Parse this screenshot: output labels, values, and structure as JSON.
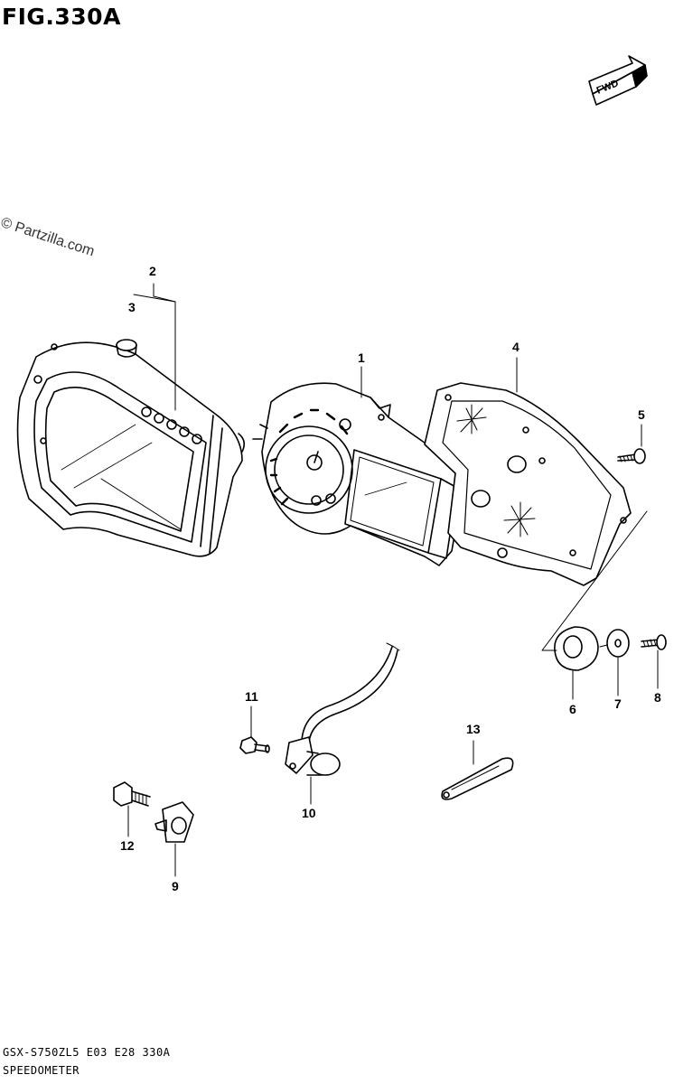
{
  "figure_title": "FIG.330A",
  "fwd_label": "FWD",
  "watermark": "© Partzilla.com",
  "callouts": [
    "1",
    "2",
    "3",
    "4",
    "5",
    "6",
    "7",
    "8",
    "9",
    "10",
    "11",
    "12",
    "13"
  ],
  "model_code": "GSX-S750ZL5  E03  E28  330A",
  "caption": "SPEEDOMETER"
}
